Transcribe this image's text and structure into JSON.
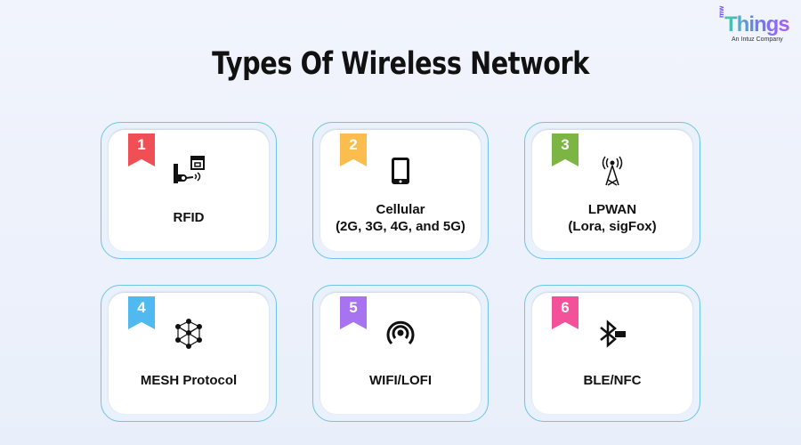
{
  "title": "Types Of Wireless Network",
  "logo": {
    "prefix": "mw",
    "name": "Things",
    "tagline": "An Intuz Company"
  },
  "cards": [
    {
      "number": "1",
      "color": "#ef4f55",
      "icon": "rfid-icon",
      "line1": "RFID",
      "line2": ""
    },
    {
      "number": "2",
      "color": "#fbbd4e",
      "icon": "mobile-phone-icon",
      "line1": "Cellular",
      "line2": "(2G, 3G, 4G, and 5G)"
    },
    {
      "number": "3",
      "color": "#7db544",
      "icon": "antenna-tower-icon",
      "line1": "LPWAN",
      "line2": "(Lora, sigFox)"
    },
    {
      "number": "4",
      "color": "#4fb9f0",
      "icon": "mesh-network-icon",
      "line1": "MESH Protocol",
      "line2": ""
    },
    {
      "number": "5",
      "color": "#a773f0",
      "icon": "wifi-signal-icon",
      "line1": "WIFI/LOFI",
      "line2": ""
    },
    {
      "number": "6",
      "color": "#f3529b",
      "icon": "bluetooth-icon",
      "line1": "BLE/NFC",
      "line2": ""
    }
  ]
}
